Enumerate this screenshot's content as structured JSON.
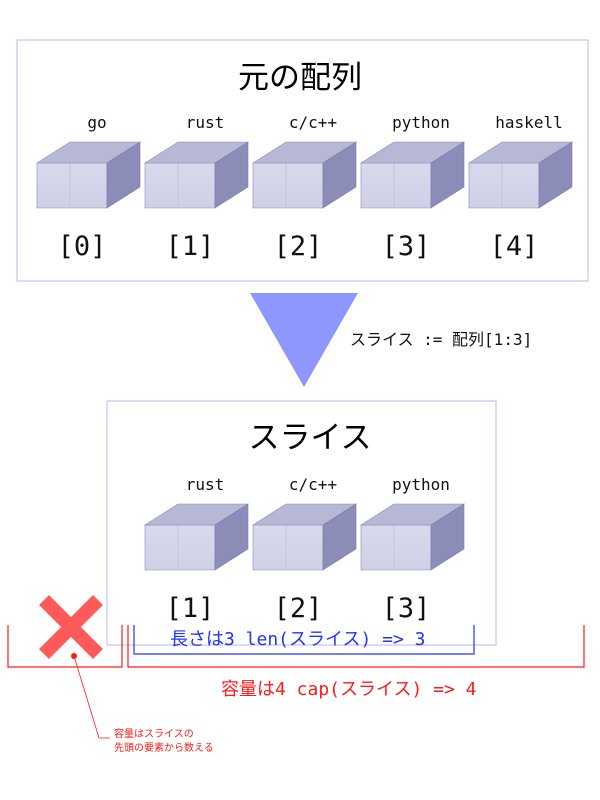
{
  "original": {
    "title": "元の配列",
    "items": [
      {
        "label": "go",
        "index": "[0]"
      },
      {
        "label": "rust",
        "index": "[1]"
      },
      {
        "label": "c/c++",
        "index": "[2]"
      },
      {
        "label": "python",
        "index": "[3]"
      },
      {
        "label": "haskell",
        "index": "[4]"
      }
    ]
  },
  "operation": "スライス := 配列[1:3]",
  "slice": {
    "title": "スライス",
    "items": [
      {
        "label": "rust",
        "index": "[1]"
      },
      {
        "label": "c/c++",
        "index": "[2]"
      },
      {
        "label": "python",
        "index": "[3]"
      }
    ]
  },
  "length_note": "長さは3 len(スライス) => 3",
  "capacity_note": "容量は4 cap(スライス) => 4",
  "annotation": {
    "line1": "容量はスライスの",
    "line2": "先頭の要素から数える"
  },
  "colors": {
    "panel_border": "#b8b8f0",
    "arrow": "#8e96ff",
    "length_bracket": "#2233ff",
    "capacity_bracket": "#ff1a1a",
    "cross": "#ff5a5a",
    "box_front": "#d4d4ea",
    "box_top": "#b4b4d4",
    "box_side": "#8c8cb8"
  }
}
